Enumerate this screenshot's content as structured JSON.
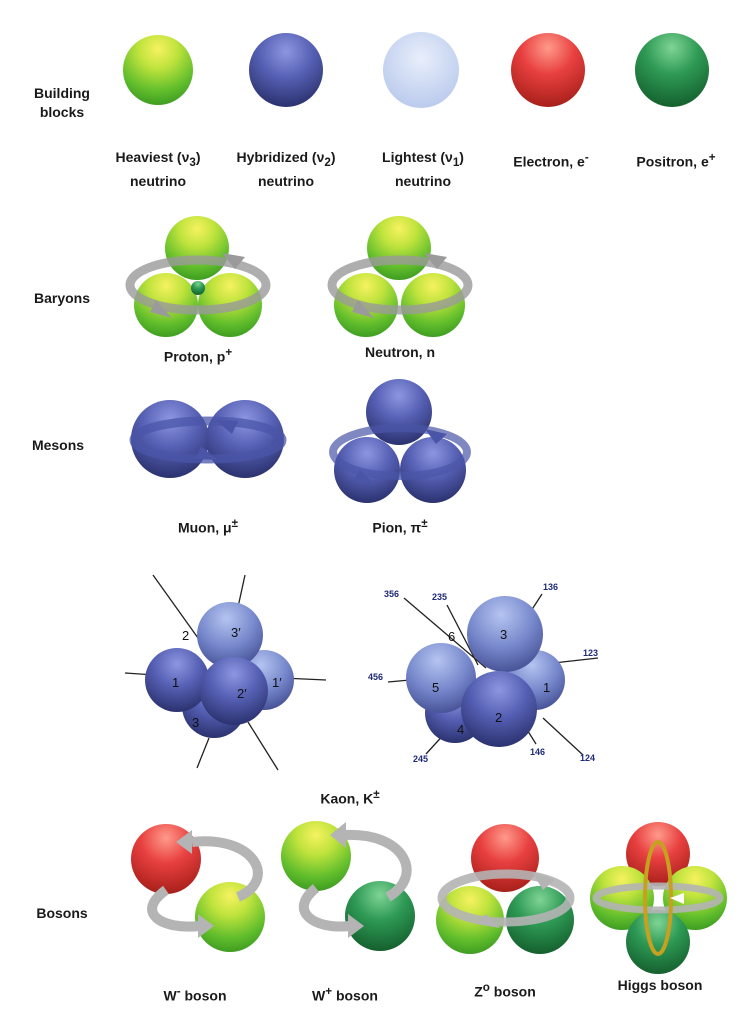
{
  "rows": {
    "building_blocks": "Building\nblocks",
    "baryons": "Baryons",
    "mesons": "Mesons",
    "bosons": "Bosons"
  },
  "building_blocks": [
    {
      "name": "heaviest-neutrino",
      "label": "Heaviest (ν3)\nneutrino",
      "color": "#9ad83a"
    },
    {
      "name": "hybridized-neutrino",
      "label": "Hybridized (ν2)\nneutrino",
      "color": "#5660b4"
    },
    {
      "name": "lightest-neutrino",
      "label": "Lightest (ν1)\nneutrino",
      "color": "#c2d4f2"
    },
    {
      "name": "electron",
      "label": "Electron, e-",
      "color": "#e84040"
    },
    {
      "name": "positron",
      "label": "Positron, e+",
      "color": "#2e9a55"
    }
  ],
  "baryons": [
    {
      "name": "proton",
      "label": "Proton, p+"
    },
    {
      "name": "neutron",
      "label": "Neutron, n"
    }
  ],
  "mesons": [
    {
      "name": "muon",
      "label": "Muon, μ±"
    },
    {
      "name": "pion",
      "label": "Pion, π±"
    }
  ],
  "kaon": {
    "label": "Kaon, K±",
    "left_numbers": [
      "3′",
      "1",
      "1′",
      "2′",
      "3",
      "2"
    ],
    "right_numbers": [
      "3",
      "6",
      "5",
      "1",
      "2",
      "4"
    ],
    "right_line_labels": [
      "136",
      "356",
      "235",
      "123",
      "456",
      "245",
      "146",
      "124"
    ]
  },
  "bosons": [
    {
      "name": "w-minus-boson",
      "label": "W- boson"
    },
    {
      "name": "w-plus-boson",
      "label": "W+ boson"
    },
    {
      "name": "z-boson",
      "label": "Zo boson"
    },
    {
      "name": "higgs-boson",
      "label": "Higgs boson"
    }
  ]
}
